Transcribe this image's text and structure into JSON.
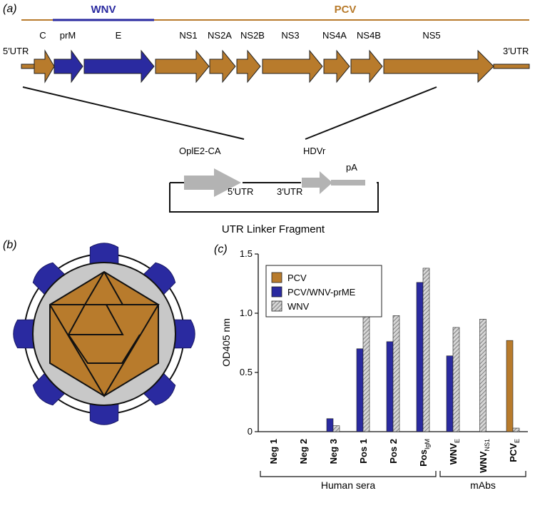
{
  "panels": {
    "a": {
      "label": "(a)",
      "header_wnv": "WNV",
      "header_pcv": "PCV",
      "genes": [
        "C",
        "prM",
        "E",
        "NS1",
        "NS2A",
        "NS2B",
        "NS3",
        "NS4A",
        "NS4B",
        "NS5"
      ],
      "utr5": "5′UTR",
      "utr3": "3′UTR",
      "promoter": "OplE2-CA",
      "hdvr": "HDVr",
      "pA": "pA",
      "linker_utr5": "5′UTR",
      "linker_utr3": "3′UTR",
      "linker_title": "UTR Linker Fragment"
    },
    "b": {
      "label": "(b)"
    },
    "c": {
      "label": "(c)"
    }
  },
  "colors": {
    "pcv": "#b87b2c",
    "wnv": "#2a2aa0",
    "grey": "#b3b3b3",
    "shell": "#c8c8c8"
  },
  "chart_data": {
    "type": "bar",
    "ylabel": "OD405 nm",
    "xlabel": "",
    "ylim": [
      0,
      1.5
    ],
    "yticks": [
      "0",
      "0.5",
      "1.0",
      "1.5"
    ],
    "categories": [
      {
        "main": "Neg 1",
        "sub": ""
      },
      {
        "main": "Neg 2",
        "sub": ""
      },
      {
        "main": "Neg 3",
        "sub": ""
      },
      {
        "main": "Pos 1",
        "sub": ""
      },
      {
        "main": "Pos 2",
        "sub": ""
      },
      {
        "main": "Pos",
        "sub": "IgM"
      },
      {
        "main": "WNV",
        "sub": "E"
      },
      {
        "main": "WNV",
        "sub": "NS1"
      },
      {
        "main": "PCV",
        "sub": "E"
      }
    ],
    "series": [
      {
        "name": "PCV",
        "values": [
          0,
          0,
          0,
          0,
          0,
          0,
          0,
          0,
          0.77
        ]
      },
      {
        "name": "PCV/WNV-prME",
        "values": [
          0,
          0,
          0.11,
          0.7,
          0.76,
          1.26,
          0.64,
          0,
          0
        ]
      },
      {
        "name": "WNV",
        "values": [
          0,
          0,
          0.05,
          1.04,
          0.98,
          1.38,
          0.88,
          0.95,
          0.03
        ]
      }
    ],
    "groups": [
      {
        "label": "Human sera",
        "from": 0,
        "to": 5
      },
      {
        "label": "mAbs",
        "from": 6,
        "to": 8
      }
    ],
    "legend_position": "top-left"
  }
}
